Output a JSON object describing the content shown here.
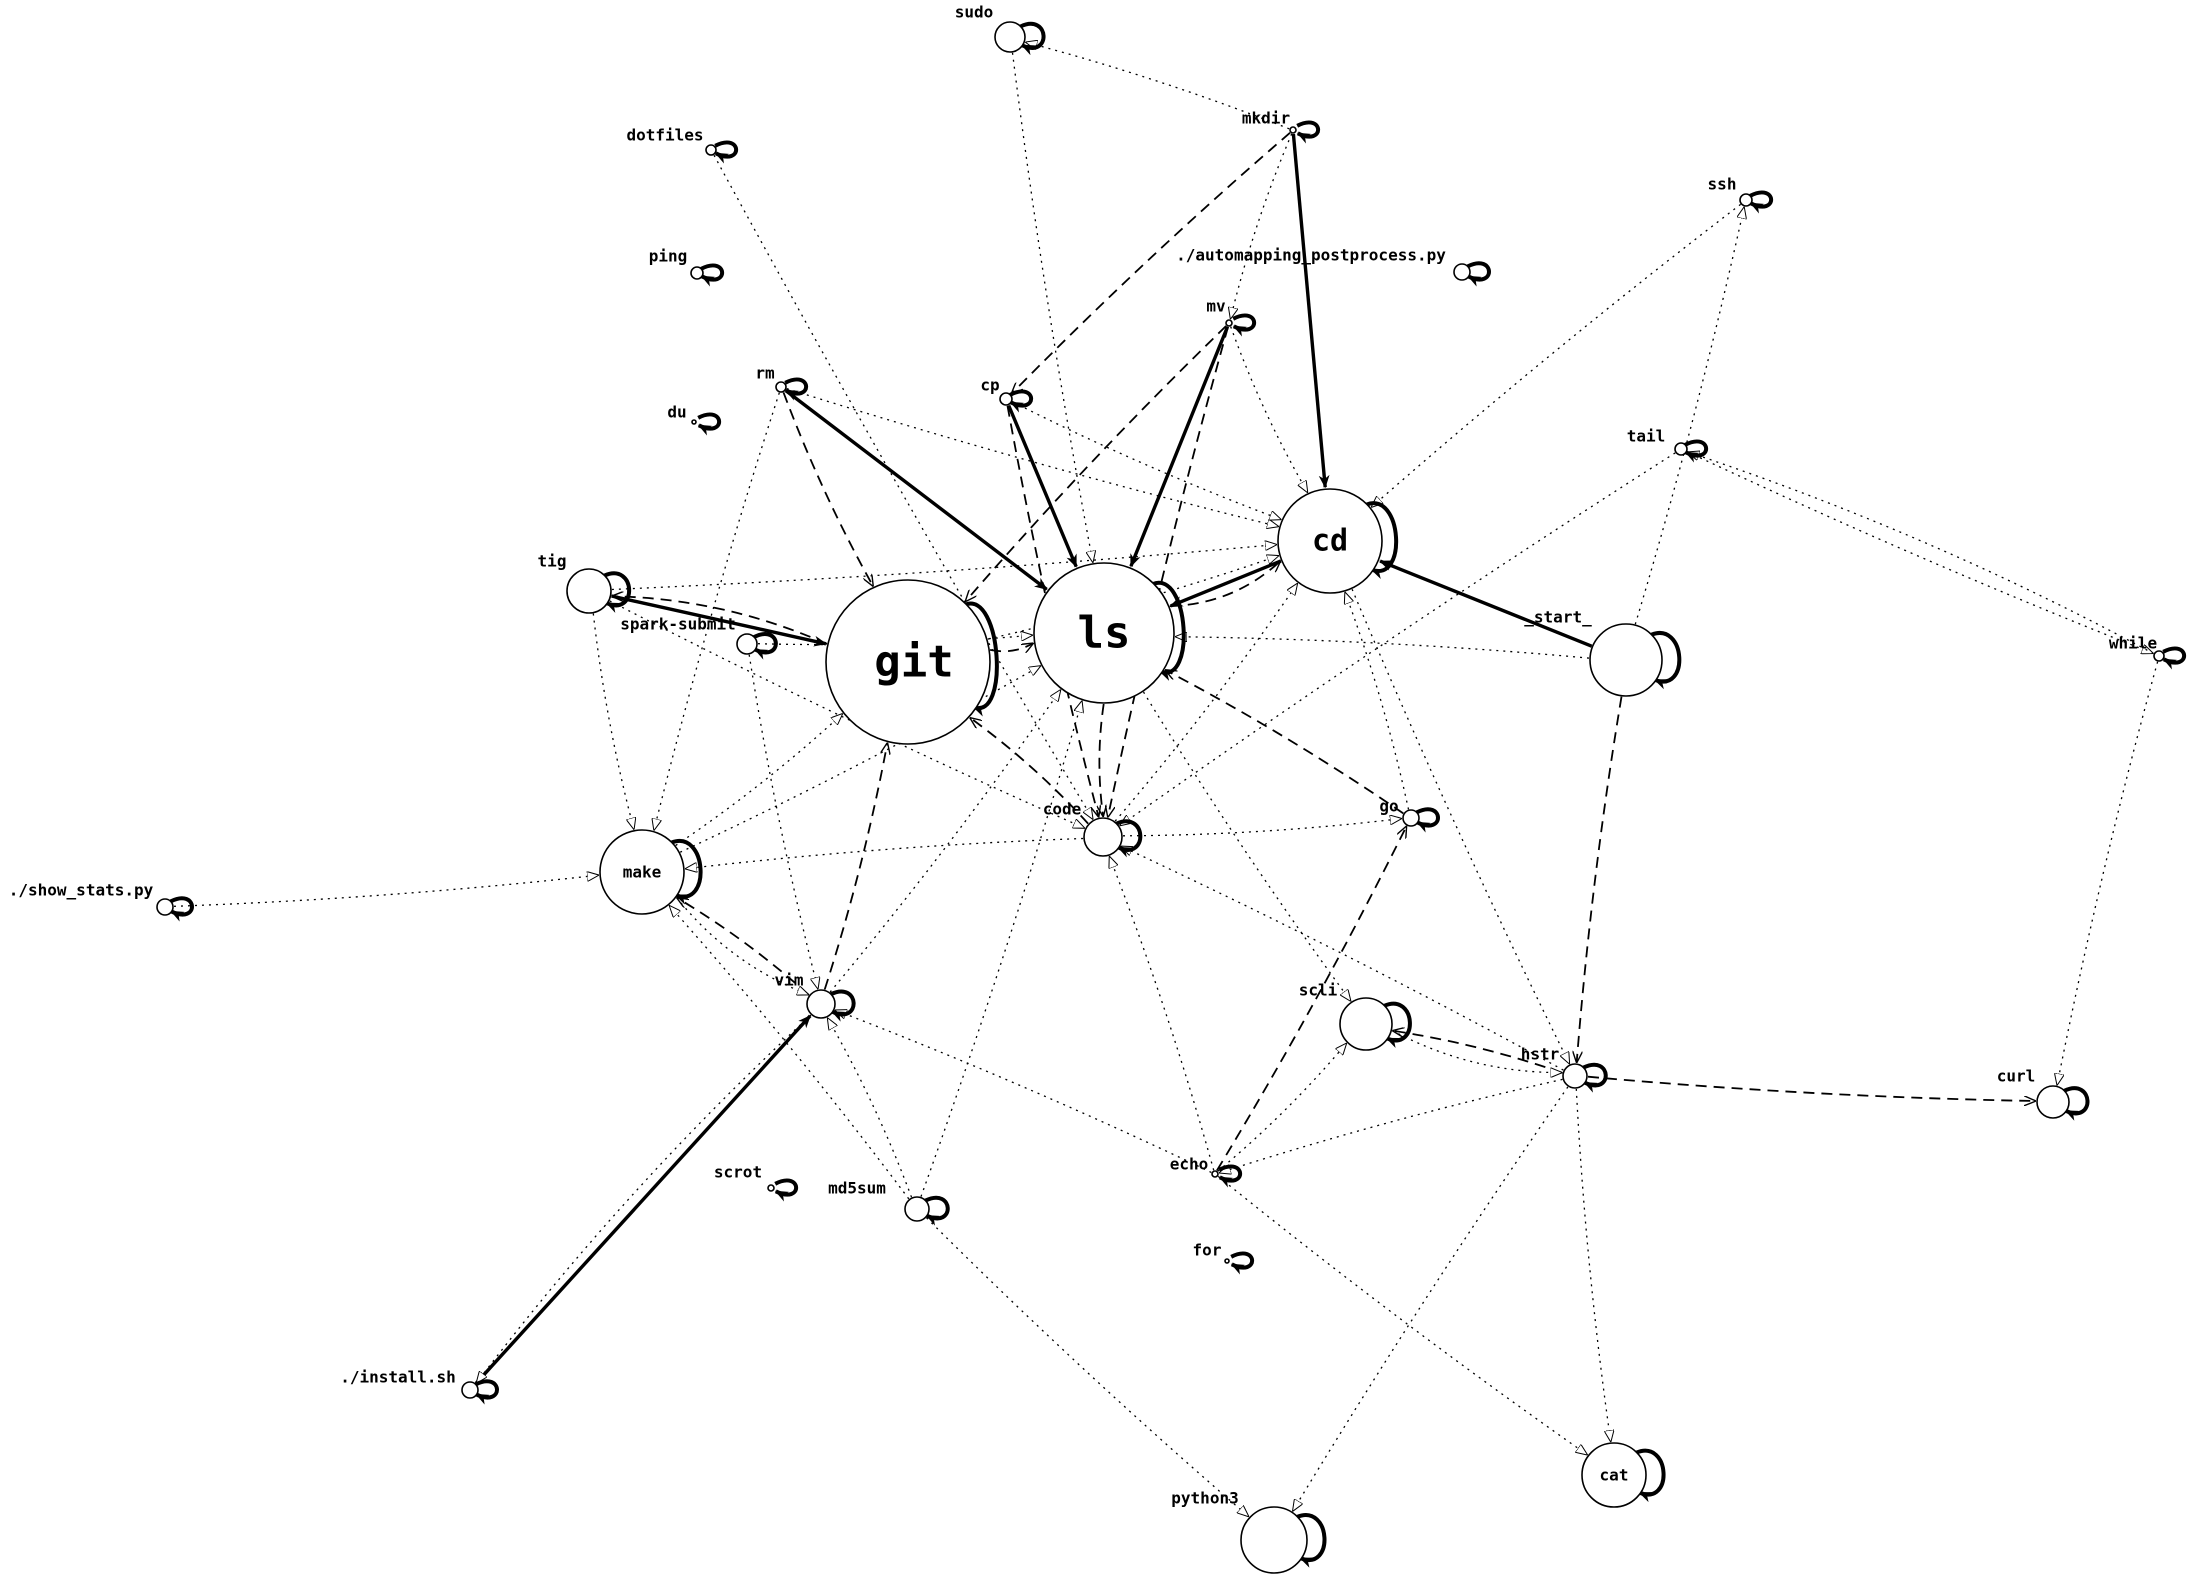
{
  "graph": {
    "nodes": [
      {
        "id": "ls",
        "label": "ls"
      },
      {
        "id": "git",
        "label": "git"
      },
      {
        "id": "cd",
        "label": "cd"
      },
      {
        "id": "make",
        "label": "make"
      },
      {
        "id": "cat",
        "label": "cat"
      },
      {
        "id": "start",
        "label": "_start_"
      },
      {
        "id": "tig",
        "label": "tig"
      },
      {
        "id": "code",
        "label": "code"
      },
      {
        "id": "vim",
        "label": "vim"
      },
      {
        "id": "scli",
        "label": "scli"
      },
      {
        "id": "python3",
        "label": "python3"
      },
      {
        "id": "hstr",
        "label": "hstr"
      },
      {
        "id": "curl",
        "label": "curl"
      },
      {
        "id": "sudo",
        "label": "sudo"
      },
      {
        "id": "mkdir",
        "label": "mkdir"
      },
      {
        "id": "dotfiles",
        "label": "dotfiles"
      },
      {
        "id": "ssh",
        "label": "ssh"
      },
      {
        "id": "ping",
        "label": "ping"
      },
      {
        "id": "automapping",
        "label": "./automapping_postprocess.py"
      },
      {
        "id": "mv",
        "label": "mv"
      },
      {
        "id": "rm",
        "label": "rm"
      },
      {
        "id": "cp",
        "label": "cp"
      },
      {
        "id": "du",
        "label": "du"
      },
      {
        "id": "tail",
        "label": "tail"
      },
      {
        "id": "spark",
        "label": "spark-submit"
      },
      {
        "id": "while",
        "label": "while"
      },
      {
        "id": "go",
        "label": "go"
      },
      {
        "id": "showstats",
        "label": "./show_stats.py"
      },
      {
        "id": "scrot",
        "label": "scrot"
      },
      {
        "id": "md5sum",
        "label": "md5sum"
      },
      {
        "id": "echo",
        "label": "echo"
      },
      {
        "id": "for",
        "label": "for"
      },
      {
        "id": "install",
        "label": "./install.sh"
      }
    ],
    "edges": [
      {
        "from": "mkdir",
        "to": "cd",
        "style": "bold"
      },
      {
        "from": "rm",
        "to": "ls",
        "style": "bold"
      },
      {
        "from": "cp",
        "to": "ls",
        "style": "bold"
      },
      {
        "from": "mv",
        "to": "ls",
        "style": "bold"
      },
      {
        "from": "cd",
        "to": "ls",
        "style": "bold"
      },
      {
        "from": "start",
        "to": "cd",
        "style": "bold"
      },
      {
        "from": "tig",
        "to": "git",
        "style": "bold"
      },
      {
        "from": "install",
        "to": "vim",
        "style": "bold"
      },
      {
        "from": "mkdir",
        "to": "cp",
        "style": "dashed"
      },
      {
        "from": "mkdir",
        "to": "mv",
        "style": "dotted"
      },
      {
        "from": "mkdir",
        "to": "sudo",
        "style": "dotted"
      },
      {
        "from": "mv",
        "to": "git",
        "style": "dashed"
      },
      {
        "from": "mv",
        "to": "code",
        "style": "dashed"
      },
      {
        "from": "mv",
        "to": "cd",
        "style": "dotted"
      },
      {
        "from": "rm",
        "to": "git",
        "style": "dashed"
      },
      {
        "from": "rm",
        "to": "cd",
        "style": "dotted"
      },
      {
        "from": "rm",
        "to": "make",
        "style": "dotted"
      },
      {
        "from": "cp",
        "to": "code",
        "style": "dashed"
      },
      {
        "from": "cp",
        "to": "cd",
        "style": "dotted"
      },
      {
        "from": "ls",
        "to": "cd",
        "style": "dashed"
      },
      {
        "from": "git",
        "to": "ls",
        "style": "dashed"
      },
      {
        "from": "git",
        "to": "cd",
        "style": "dotted"
      },
      {
        "from": "ls",
        "to": "code",
        "style": "dashed"
      },
      {
        "from": "code",
        "to": "git",
        "style": "dashed"
      },
      {
        "from": "code",
        "to": "cd",
        "style": "dotted"
      },
      {
        "from": "code",
        "to": "make",
        "style": "dotted"
      },
      {
        "from": "git",
        "to": "tig",
        "style": "dashed"
      },
      {
        "from": "spark",
        "to": "ls",
        "style": "dotted"
      },
      {
        "from": "tig",
        "to": "make",
        "style": "dotted"
      },
      {
        "from": "tig",
        "to": "code",
        "style": "dotted"
      },
      {
        "from": "make",
        "to": "git",
        "style": "dotted"
      },
      {
        "from": "make",
        "to": "ls",
        "style": "dotted"
      },
      {
        "from": "showstats",
        "to": "make",
        "style": "dotted"
      },
      {
        "from": "vim",
        "to": "make",
        "style": "dashed"
      },
      {
        "from": "make",
        "to": "vim",
        "style": "dotted"
      },
      {
        "from": "vim",
        "to": "git",
        "style": "dashed"
      },
      {
        "from": "vim",
        "to": "ls",
        "style": "dotted"
      },
      {
        "from": "vim",
        "to": "install",
        "style": "dotted"
      },
      {
        "from": "md5sum",
        "to": "ls",
        "style": "dotted"
      },
      {
        "from": "md5sum",
        "to": "vim",
        "style": "dotted"
      },
      {
        "from": "md5sum",
        "to": "make",
        "style": "dotted"
      },
      {
        "from": "md5sum",
        "to": "python3",
        "style": "dotted"
      },
      {
        "from": "echo",
        "to": "go",
        "style": "dashed"
      },
      {
        "from": "echo",
        "to": "vim",
        "style": "dotted"
      },
      {
        "from": "echo",
        "to": "code",
        "style": "dotted"
      },
      {
        "from": "echo",
        "to": "scli",
        "style": "dotted"
      },
      {
        "from": "echo",
        "to": "cat",
        "style": "dotted"
      },
      {
        "from": "go",
        "to": "ls",
        "style": "dashed"
      },
      {
        "from": "go",
        "to": "cd",
        "style": "dotted"
      },
      {
        "from": "code",
        "to": "go",
        "style": "dotted"
      },
      {
        "from": "hstr",
        "to": "scli",
        "style": "dashed"
      },
      {
        "from": "hstr",
        "to": "curl",
        "style": "dashed"
      },
      {
        "from": "hstr",
        "to": "echo",
        "style": "dotted"
      },
      {
        "from": "hstr",
        "to": "python3",
        "style": "dotted"
      },
      {
        "from": "hstr",
        "to": "cat",
        "style": "dotted"
      },
      {
        "from": "hstr",
        "to": "code",
        "style": "dotted"
      },
      {
        "from": "cd",
        "to": "hstr",
        "style": "dotted"
      },
      {
        "from": "scli",
        "to": "hstr",
        "style": "dotted"
      },
      {
        "from": "start",
        "to": "hstr",
        "style": "dashed"
      },
      {
        "from": "start",
        "to": "ls",
        "style": "dotted"
      },
      {
        "from": "start",
        "to": "ssh",
        "style": "dotted"
      },
      {
        "from": "ls",
        "to": "scli",
        "style": "dotted"
      },
      {
        "from": "ssh",
        "to": "cd",
        "style": "dotted"
      },
      {
        "from": "tail",
        "to": "while",
        "style": "dotted"
      },
      {
        "from": "while",
        "to": "tail",
        "style": "dotted"
      },
      {
        "from": "while",
        "to": "curl",
        "style": "dotted"
      },
      {
        "from": "tail",
        "to": "code",
        "style": "dotted"
      },
      {
        "from": "sudo",
        "to": "ls",
        "style": "dotted"
      },
      {
        "from": "dotfiles",
        "to": "code",
        "style": "dotted"
      },
      {
        "from": "spark",
        "to": "vim",
        "style": "dotted"
      },
      {
        "from": "tig",
        "to": "cd",
        "style": "dotted"
      }
    ]
  }
}
